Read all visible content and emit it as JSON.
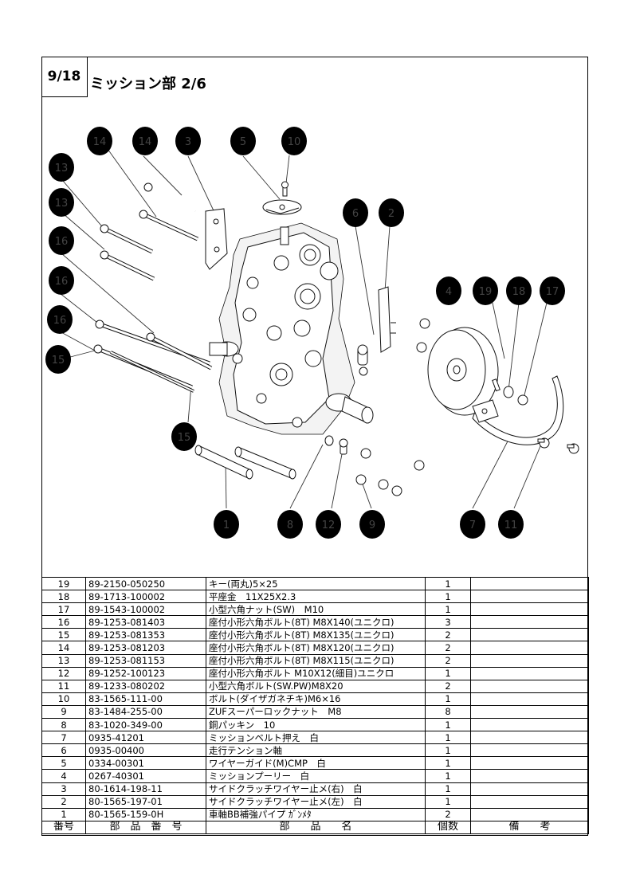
{
  "page": {
    "number": "9/18",
    "title": "ミッション部 2/6"
  },
  "callouts": [
    "1",
    "2",
    "3",
    "4",
    "5",
    "6",
    "7",
    "8",
    "9",
    "10",
    "11",
    "12",
    "13",
    "14",
    "15",
    "16",
    "17",
    "18",
    "19"
  ],
  "table": {
    "headers": [
      "番号",
      "部　品　番　号",
      "部　　品　　名",
      "個数",
      "備　　考"
    ],
    "rows": [
      {
        "no": "19",
        "code": "89-2150-050250",
        "name": "キー(両丸)5×25",
        "qty": "1",
        "note": ""
      },
      {
        "no": "18",
        "code": "89-1713-100002",
        "name": "平座金　11X25X2.3",
        "qty": "1",
        "note": ""
      },
      {
        "no": "17",
        "code": "89-1543-100002",
        "name": "小型六角ナット(SW)　M10",
        "qty": "1",
        "note": ""
      },
      {
        "no": "16",
        "code": "89-1253-081403",
        "name": "座付小形六角ボルト(8T) M8X140(ユニクロ)",
        "qty": "3",
        "note": ""
      },
      {
        "no": "15",
        "code": "89-1253-081353",
        "name": "座付小形六角ボルト(8T) M8X135(ユニクロ)",
        "qty": "2",
        "note": ""
      },
      {
        "no": "14",
        "code": "89-1253-081203",
        "name": "座付小形六角ボルト(8T) M8X120(ユニクロ)",
        "qty": "2",
        "note": ""
      },
      {
        "no": "13",
        "code": "89-1253-081153",
        "name": "座付小形六角ボルト(8T) M8X115(ユニクロ)",
        "qty": "2",
        "note": ""
      },
      {
        "no": "12",
        "code": "89-1252-100123",
        "name": "座付小形六角ボルト M10X12(細目)ユニクロ",
        "qty": "1",
        "note": ""
      },
      {
        "no": "11",
        "code": "89-1233-080202",
        "name": "小型六角ボルト(SW.PW)M8X20",
        "qty": "2",
        "note": ""
      },
      {
        "no": "10",
        "code": "83-1565-111-00",
        "name": "ボルト(ダイザガネチキ)M6×16",
        "qty": "1",
        "note": ""
      },
      {
        "no": "9",
        "code": "83-1484-255-00",
        "name": "ZUFスーパーロックナット　M8",
        "qty": "8",
        "note": ""
      },
      {
        "no": "8",
        "code": "83-1020-349-00",
        "name": "銅パッキン　10",
        "qty": "1",
        "note": ""
      },
      {
        "no": "7",
        "code": "0935-41201",
        "name": "ミッションベルト押え　白",
        "qty": "1",
        "note": ""
      },
      {
        "no": "6",
        "code": "0935-00400",
        "name": "走行テンション軸",
        "qty": "1",
        "note": ""
      },
      {
        "no": "5",
        "code": "0334-00301",
        "name": "ワイヤーガイド(M)CMP　白",
        "qty": "1",
        "note": ""
      },
      {
        "no": "4",
        "code": "0267-40301",
        "name": "ミッションプーリー　白",
        "qty": "1",
        "note": ""
      },
      {
        "no": "3",
        "code": "80-1614-198-11",
        "name": "サイドクラッチワイヤー止メ(右)　白",
        "qty": "1",
        "note": ""
      },
      {
        "no": "2",
        "code": "80-1565-197-01",
        "name": "サイドクラッチワイヤー止メ(左)　白",
        "qty": "1",
        "note": ""
      },
      {
        "no": "1",
        "code": "80-1565-159-0H",
        "name": "車軸BB補強パイプ ｶﾞﾝﾒﾀ",
        "qty": "2",
        "note": ""
      }
    ]
  }
}
